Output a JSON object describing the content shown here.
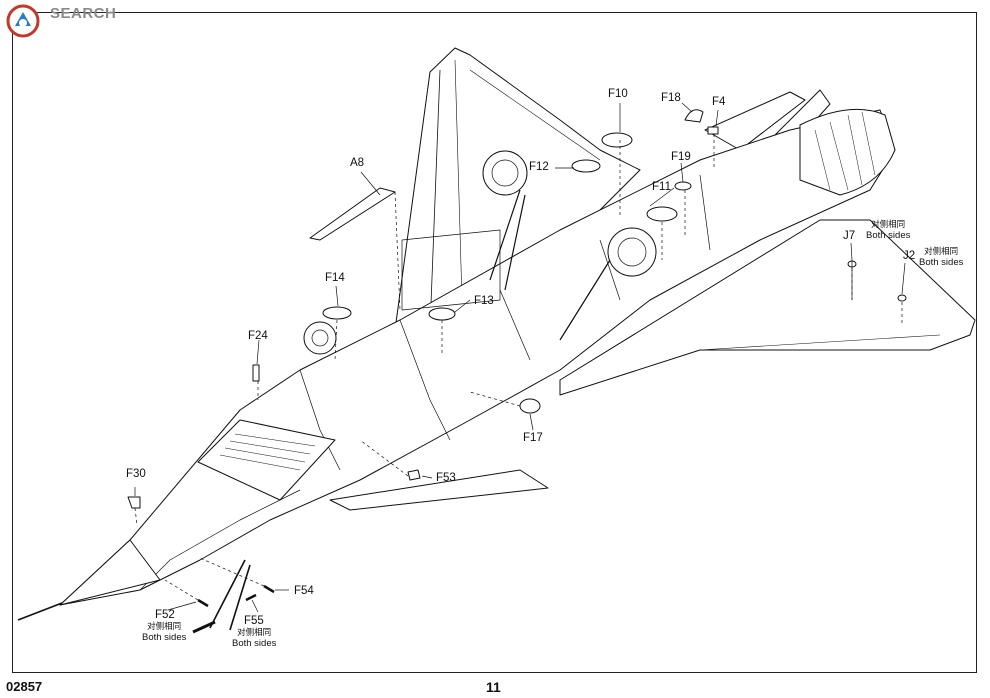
{
  "watermark": {
    "text_red": "",
    "text_gray": "SEARCH",
    "mark": "logo-badge"
  },
  "parts": {
    "A8": "A8",
    "F4": "F4",
    "F10": "F10",
    "F11": "F11",
    "F12": "F12",
    "F13": "F13",
    "F14": "F14",
    "F17": "F17",
    "F18": "F18",
    "F19": "F19",
    "F24": "F24",
    "F30": "F30",
    "F52": "F52",
    "F53": "F53",
    "F54": "F54",
    "F55": "F55",
    "J2": "J2",
    "J7": "J7"
  },
  "notes": {
    "cn": "对侧相同",
    "en": "Both sides"
  },
  "footer": {
    "code": "02857",
    "page": "11"
  }
}
